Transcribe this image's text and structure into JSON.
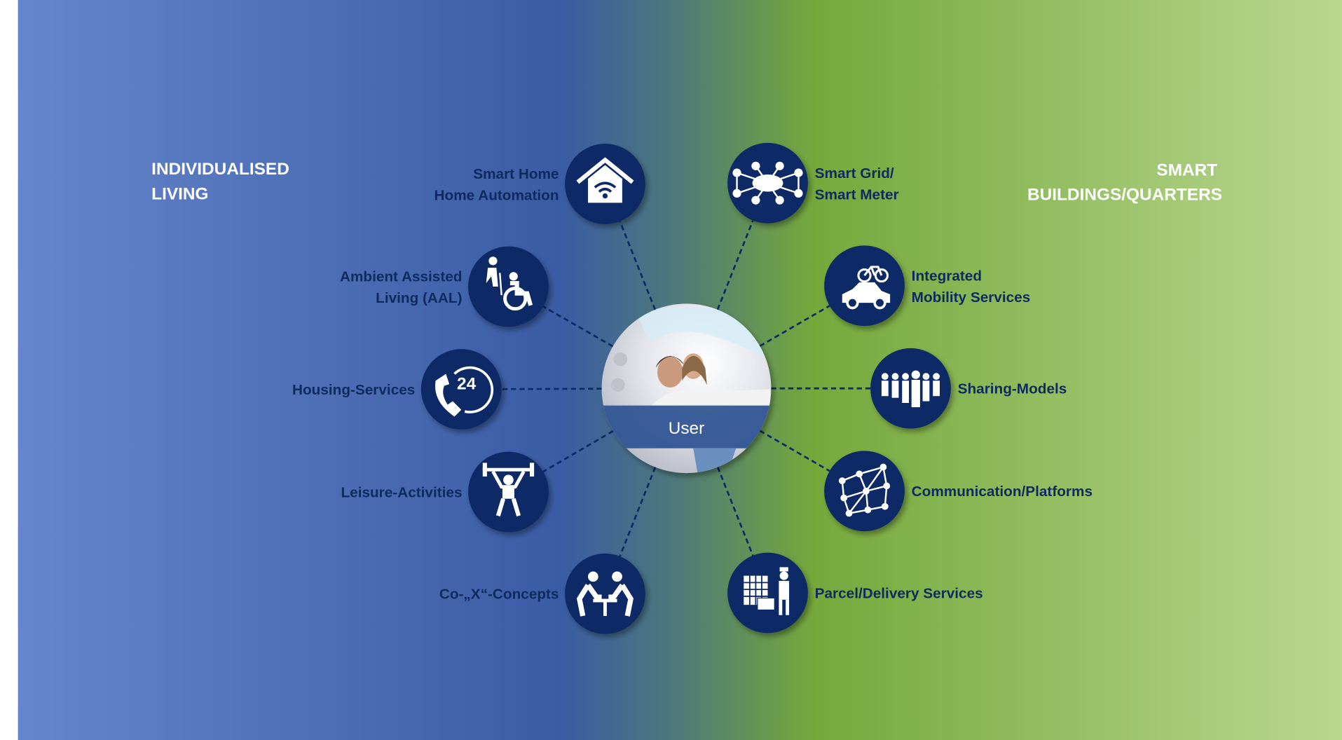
{
  "left_title": {
    "line1": "INDIVIDUALISED",
    "line2": "LIVING"
  },
  "right_title": {
    "line1": "SMART",
    "line2": "BUILDINGS/QUARTERS"
  },
  "center": {
    "label": "User"
  },
  "colors": {
    "navy": "#0c2a66",
    "blue": "#3a5ea6",
    "green": "#76a83c",
    "text": "#0f2a5c"
  },
  "left_items": [
    {
      "line1": "Smart Home",
      "line2": "Home Automation",
      "icon": "smart-home-wifi-icon"
    },
    {
      "line1": "Ambient Assisted",
      "line2": "Living (AAL)",
      "icon": "elderly-wheelchair-icon"
    },
    {
      "line1": "Housing-Services",
      "icon": "phone-24h-icon"
    },
    {
      "line1": "Leisure-Activities",
      "icon": "weightlifter-icon"
    },
    {
      "line1": "Co-„X“-Concepts",
      "icon": "coworking-icon"
    }
  ],
  "right_items": [
    {
      "line1": "Smart Grid/",
      "line2": "Smart Meter",
      "icon": "grid-network-icon"
    },
    {
      "line1": "Integrated",
      "line2": "Mobility Services",
      "icon": "bike-car-icon"
    },
    {
      "line1": "Sharing-Models",
      "icon": "people-group-icon"
    },
    {
      "line1": "Communication/Platforms",
      "icon": "network-nodes-icon"
    },
    {
      "line1": "Parcel/Delivery Services",
      "icon": "parcel-delivery-icon"
    }
  ]
}
